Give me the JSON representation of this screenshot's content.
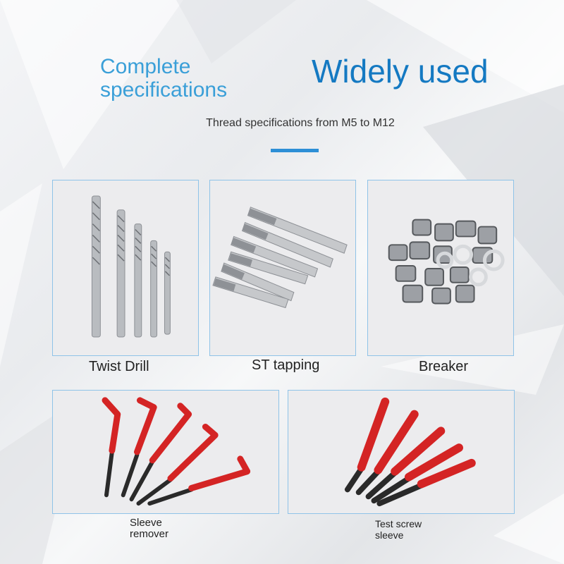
{
  "header": {
    "title_left": "Complete specifications",
    "title_right": "Widely used",
    "subtitle": "Thread specifications from M5 to M12"
  },
  "products": [
    {
      "label": "Twist Drill"
    },
    {
      "label": "ST tapping"
    },
    {
      "label": "Breaker"
    },
    {
      "label_line1": "Sleeve",
      "label_line2": "remover"
    },
    {
      "label_line1": "Test screw",
      "label_line2": "sleeve"
    }
  ],
  "colors": {
    "title_left": "#3a9fd8",
    "title_right": "#1479c2",
    "accent_bar": "#2d8fd6",
    "card_border": "#8fc3e8",
    "handle_red": "#d42424"
  }
}
